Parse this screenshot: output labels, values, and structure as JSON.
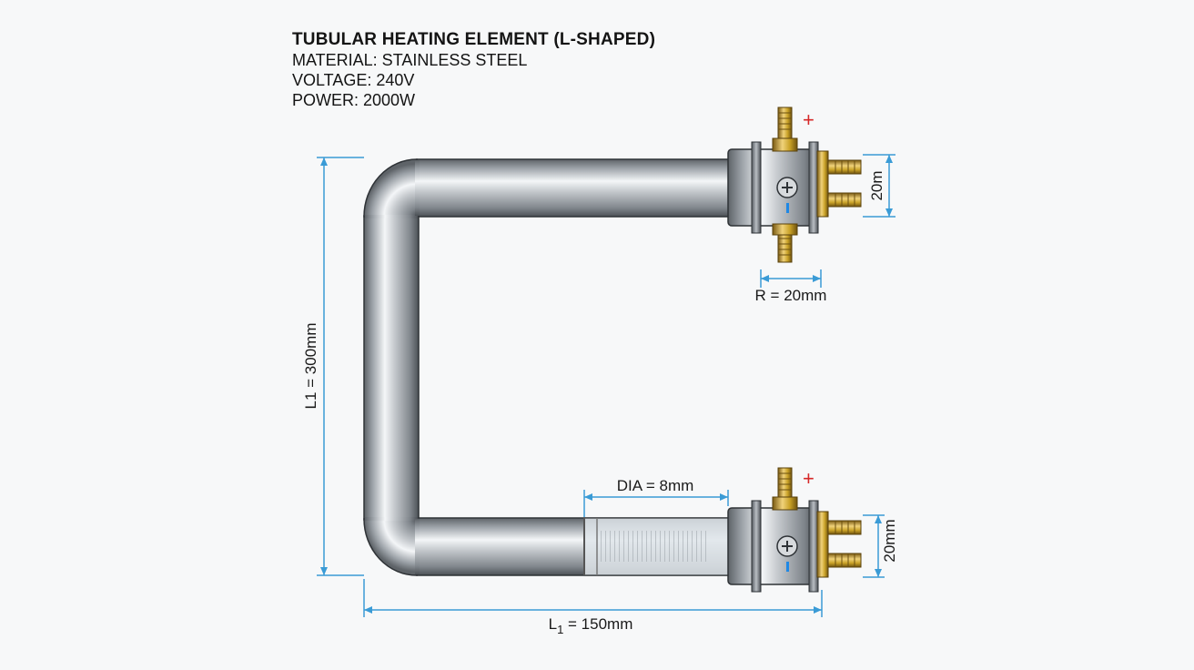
{
  "header": {
    "title": "TUBULAR HEATING ELEMENT (L-SHAPED)",
    "material": "MATERIAL: STAINLESS STEEL",
    "voltage": "VOLTAGE: 240V",
    "power": "POWER: 2000W"
  },
  "dimensions": {
    "height": "L1 = 300mm",
    "width_prefix": "L",
    "width_sub": "1",
    "width_suffix": " = 150mm",
    "diameter": "DIA = 8mm",
    "radius": "R = 20mm",
    "top_terminal": "20m",
    "bottom_terminal": "20mm"
  },
  "terminals": {
    "positive": "+",
    "negative": "-"
  },
  "colors": {
    "dimension_line": "#3a9bd6",
    "positive": "#d62828",
    "negative": "#1e88e5",
    "brass": "#c9a227"
  }
}
